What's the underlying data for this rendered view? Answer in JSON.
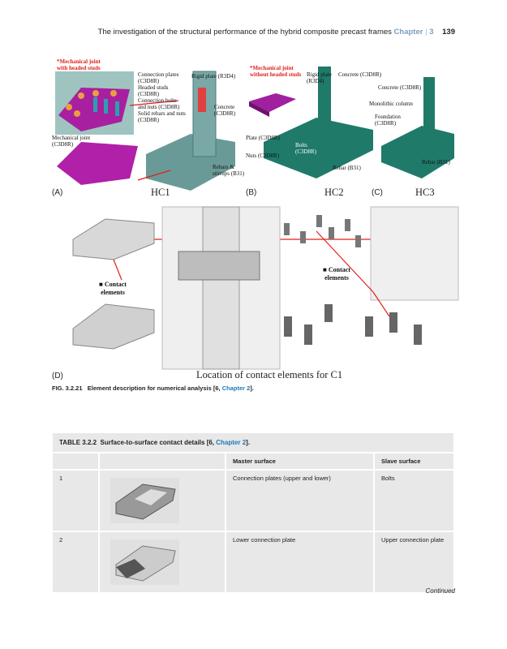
{
  "header": {
    "title": "The investigation of the structural performance of the hybrid composite precast frames",
    "chapter": "Chapter",
    "sep": "|",
    "chapter_num": "3",
    "page": "139"
  },
  "figure": {
    "hc1": {
      "note1": "*Mechanical joint",
      "note2": "with headed studs",
      "labels": [
        "Connection plates",
        "(C3D8R)",
        "Headed studs",
        "(C3D8R)",
        "Connection bolts",
        "and nuts (C3D8R)",
        "Solid rebars and nuts",
        "(C3D8R)"
      ],
      "rigid": "Rigid plate (R3D4)",
      "concrete1": "Concrete",
      "concrete2": "(C3D8R)",
      "mj1": "Mechanical joint",
      "mj2": "(C3D8R)",
      "rebars1": "Rebars &",
      "rebars2": "stirrups (B31)"
    },
    "hc2": {
      "note1": "*Mechanical joint",
      "note2": "without headed studs",
      "rigid1": "Rigid plate",
      "rigid2": "(R3D4)",
      "concrete": "Concrete (C3D8R)",
      "plate": "Plate (C3D8R)",
      "nuts": "Nuts (C3D8R)",
      "bolts1": "Bolts",
      "bolts2": "(C3D8R)",
      "rebar": "Rebar (B31)"
    },
    "hc3": {
      "concrete": "Concrete (C3D8R)",
      "mono": "Monolithic column",
      "found1": "Foundation",
      "found2": "(C3D8R)",
      "rebar": "Rebar (B31)"
    },
    "panel_a": "(A)",
    "hc1_title": "HC1",
    "panel_b": "(B)",
    "hc2_title": "HC2",
    "panel_c": "(C)",
    "hc3_title": "HC3",
    "contact1": "Contact",
    "contact2": "elements",
    "panel_d": "(D)",
    "d_title": "Location of contact elements for C1"
  },
  "caption": {
    "label": "FIG. 3.2.21",
    "text": "Element description for numerical analysis [6,",
    "link": "Chapter 2",
    "end": "]."
  },
  "table": {
    "label": "TABLE 3.2.2",
    "title": "Surface-to-surface contact details [6,",
    "link": "Chapter 2",
    "end": "].",
    "headers": [
      "",
      "",
      "Master surface",
      "Slave surface"
    ],
    "rows": [
      {
        "num": "1",
        "master": "Connection plates (upper and lower)",
        "slave": "Bolts"
      },
      {
        "num": "2",
        "master": "Lower connection plate",
        "slave": "Upper connection plate"
      }
    ]
  },
  "continued": "Continued"
}
